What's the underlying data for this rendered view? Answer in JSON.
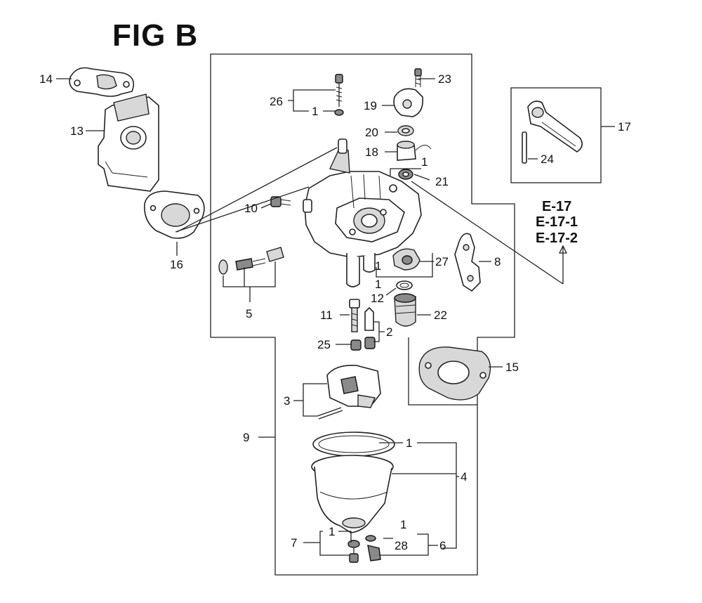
{
  "figure": {
    "title": "FIG B"
  },
  "references": [
    "E-17",
    "E-17-1",
    "E-17-2"
  ],
  "labels": {
    "l14": "14",
    "l13": "13",
    "l16": "16",
    "l26": "26",
    "l1a": "1",
    "l19": "19",
    "l23": "23",
    "l20": "20",
    "l18": "18",
    "l1b": "1",
    "l21": "21",
    "l17": "17",
    "l24": "24",
    "l10": "10",
    "l27": "27",
    "l8": "8",
    "l1c": "1",
    "l12": "12",
    "l5": "5",
    "l11": "11",
    "l22": "22",
    "l2": "2",
    "l25": "25",
    "l15": "15",
    "l3": "3",
    "l9": "9",
    "l1d": "1",
    "l4": "4",
    "l7": "7",
    "l1e": "1",
    "l1f": "1",
    "l28": "28",
    "l6": "6"
  }
}
